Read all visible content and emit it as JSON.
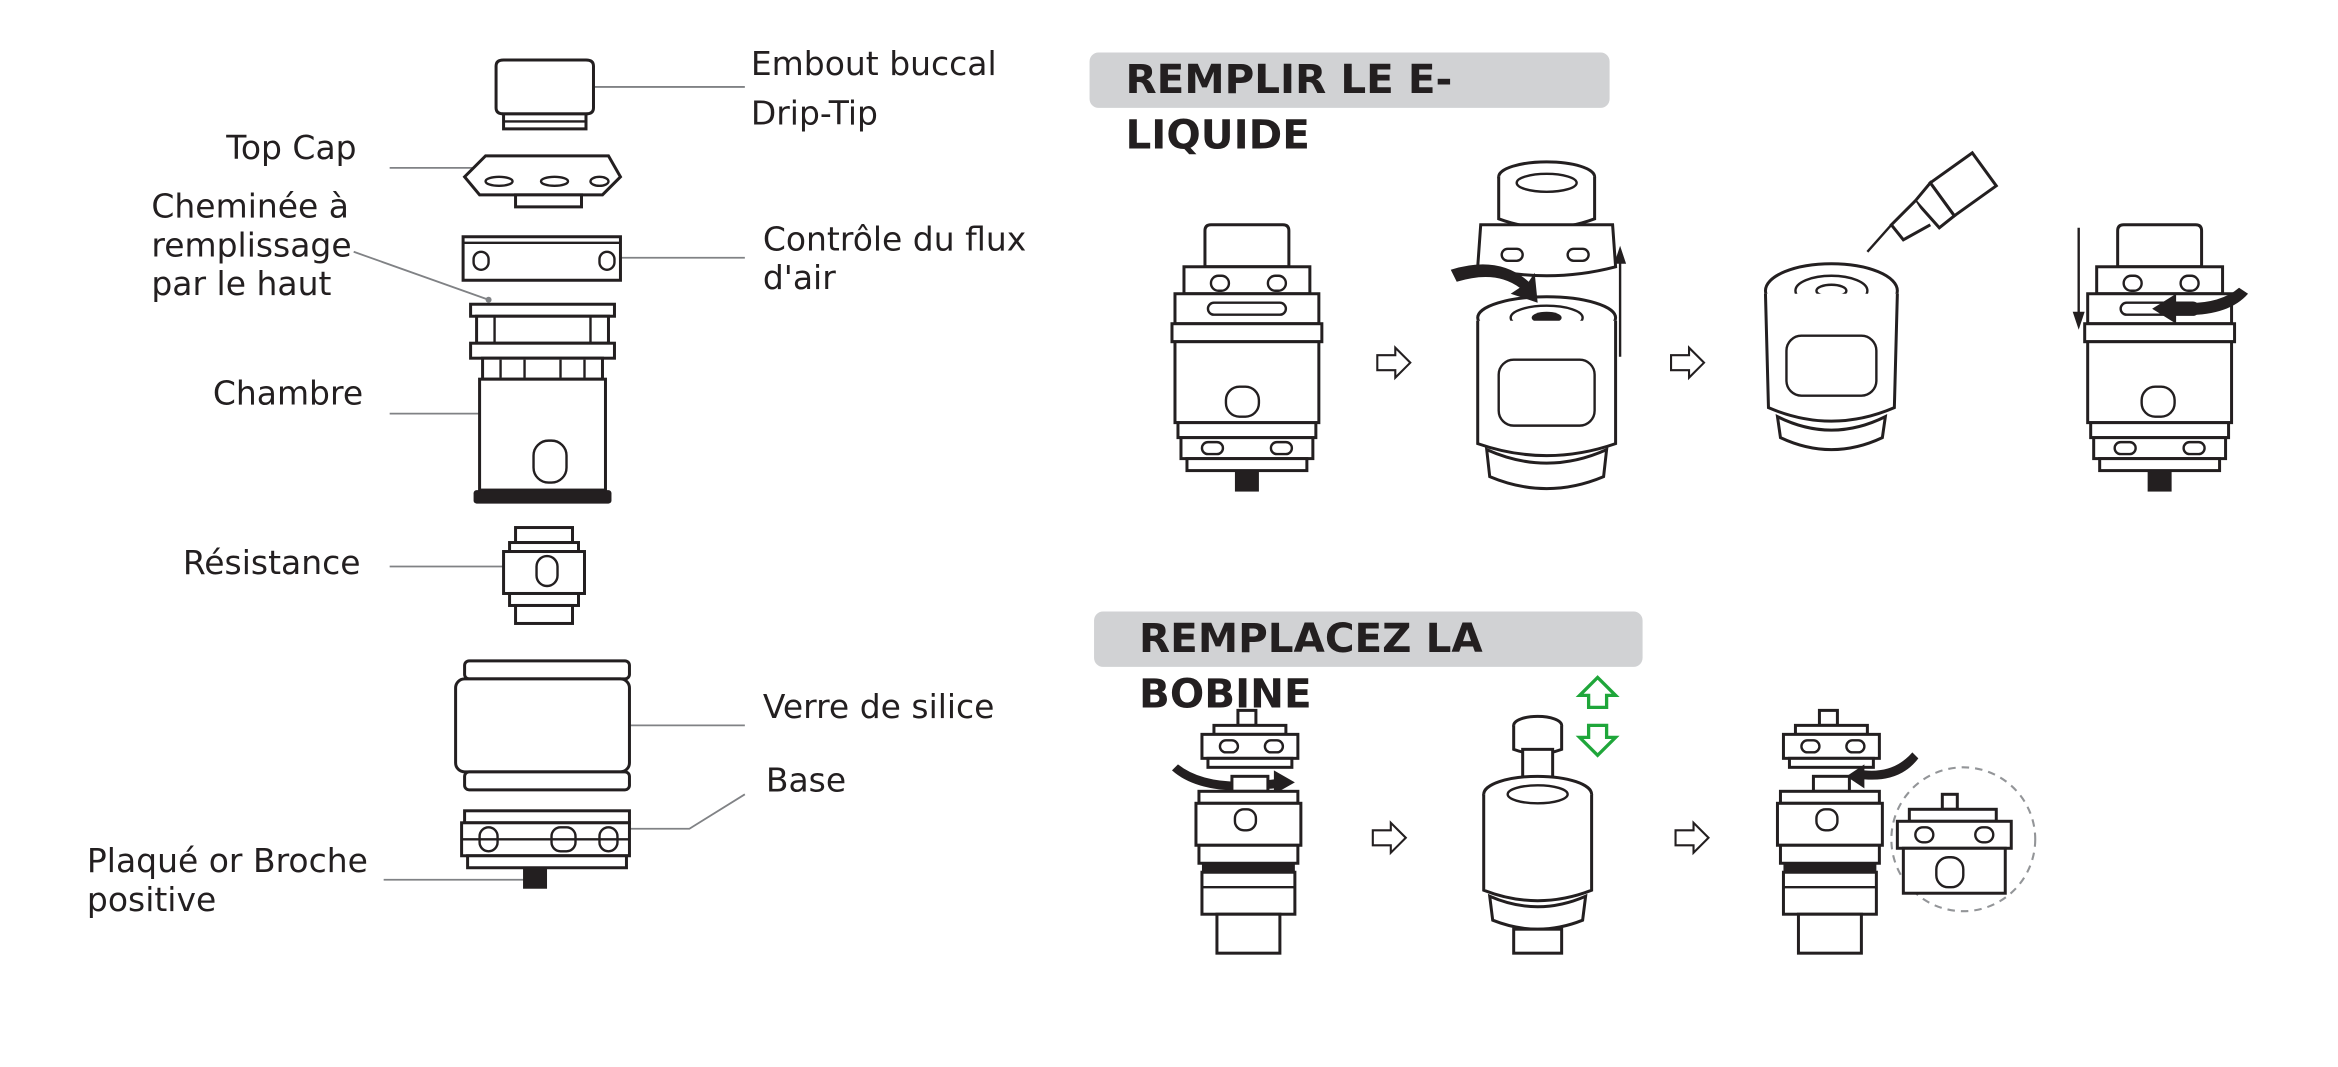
{
  "exploded_view": {
    "labels": {
      "drip_tip_line1": "Embout buccal",
      "drip_tip_line2": "Drip-Tip",
      "top_cap": "Top Cap",
      "top_fill_line1": "Cheminée à",
      "top_fill_line2": "remplissage",
      "top_fill_line3": "par le haut",
      "airflow_line1": "Contrôle du flux",
      "airflow_line2": "d'air",
      "chamber": "Chambre",
      "coil": "Résistance",
      "glass": "Verre de silice",
      "base": "Base",
      "pin_line1": "Plaqué or Broche",
      "pin_line2": "positive"
    }
  },
  "sections": {
    "fill": {
      "title": "REMPLIR LE E-LIQUIDE"
    },
    "coil": {
      "title": "REMPLACEZ LA BOBINE"
    }
  },
  "colors": {
    "line_art": "#231f20",
    "leader_lines": "#808285",
    "section_header_bg": "#d1d2d4",
    "coil_arrow_green": "#1fa63a"
  },
  "icons": [
    "step-arrow-icon",
    "rotate-arrow-icon",
    "up-arrow-icon",
    "down-arrow-icon",
    "green-up-arrow-icon",
    "green-down-arrow-icon",
    "e-liquid-bottle-icon"
  ]
}
